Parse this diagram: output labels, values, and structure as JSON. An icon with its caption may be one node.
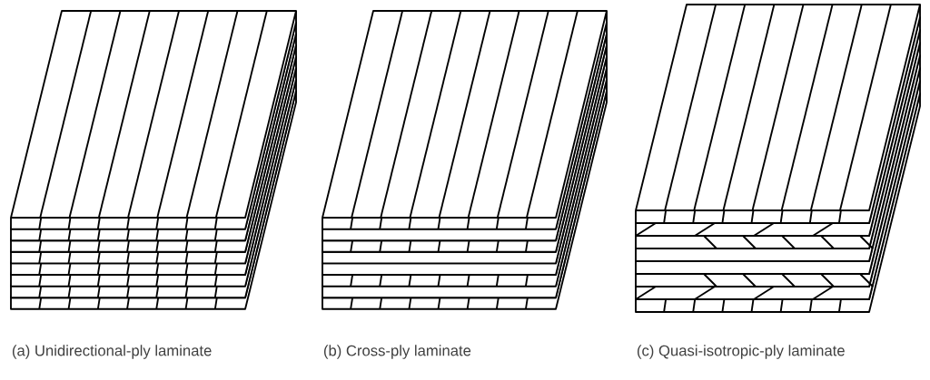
{
  "diagram": {
    "labels": [
      "(a) Unidirectional-ply laminate",
      "(b) Cross-ply laminate",
      "(c) Quasi-isotropic-ply laminate"
    ]
  }
}
